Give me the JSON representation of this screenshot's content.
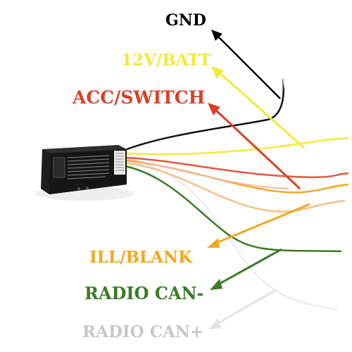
{
  "labels": {
    "gnd": "GND",
    "batt": "12V/BATT",
    "acc": "ACC/SWITCH",
    "ill": "ILL/BLANK",
    "can_minus": "RADIO CAN-",
    "can_plus": "RADIO CAN+"
  },
  "colors": {
    "gnd": "#000000",
    "batt": "#f2ea3a",
    "acc": "#d8412a",
    "ill": "#f2a81e",
    "can_minus": "#3c7a25",
    "can_plus": "#c8c8c8",
    "module": "#1c1c1c"
  }
}
